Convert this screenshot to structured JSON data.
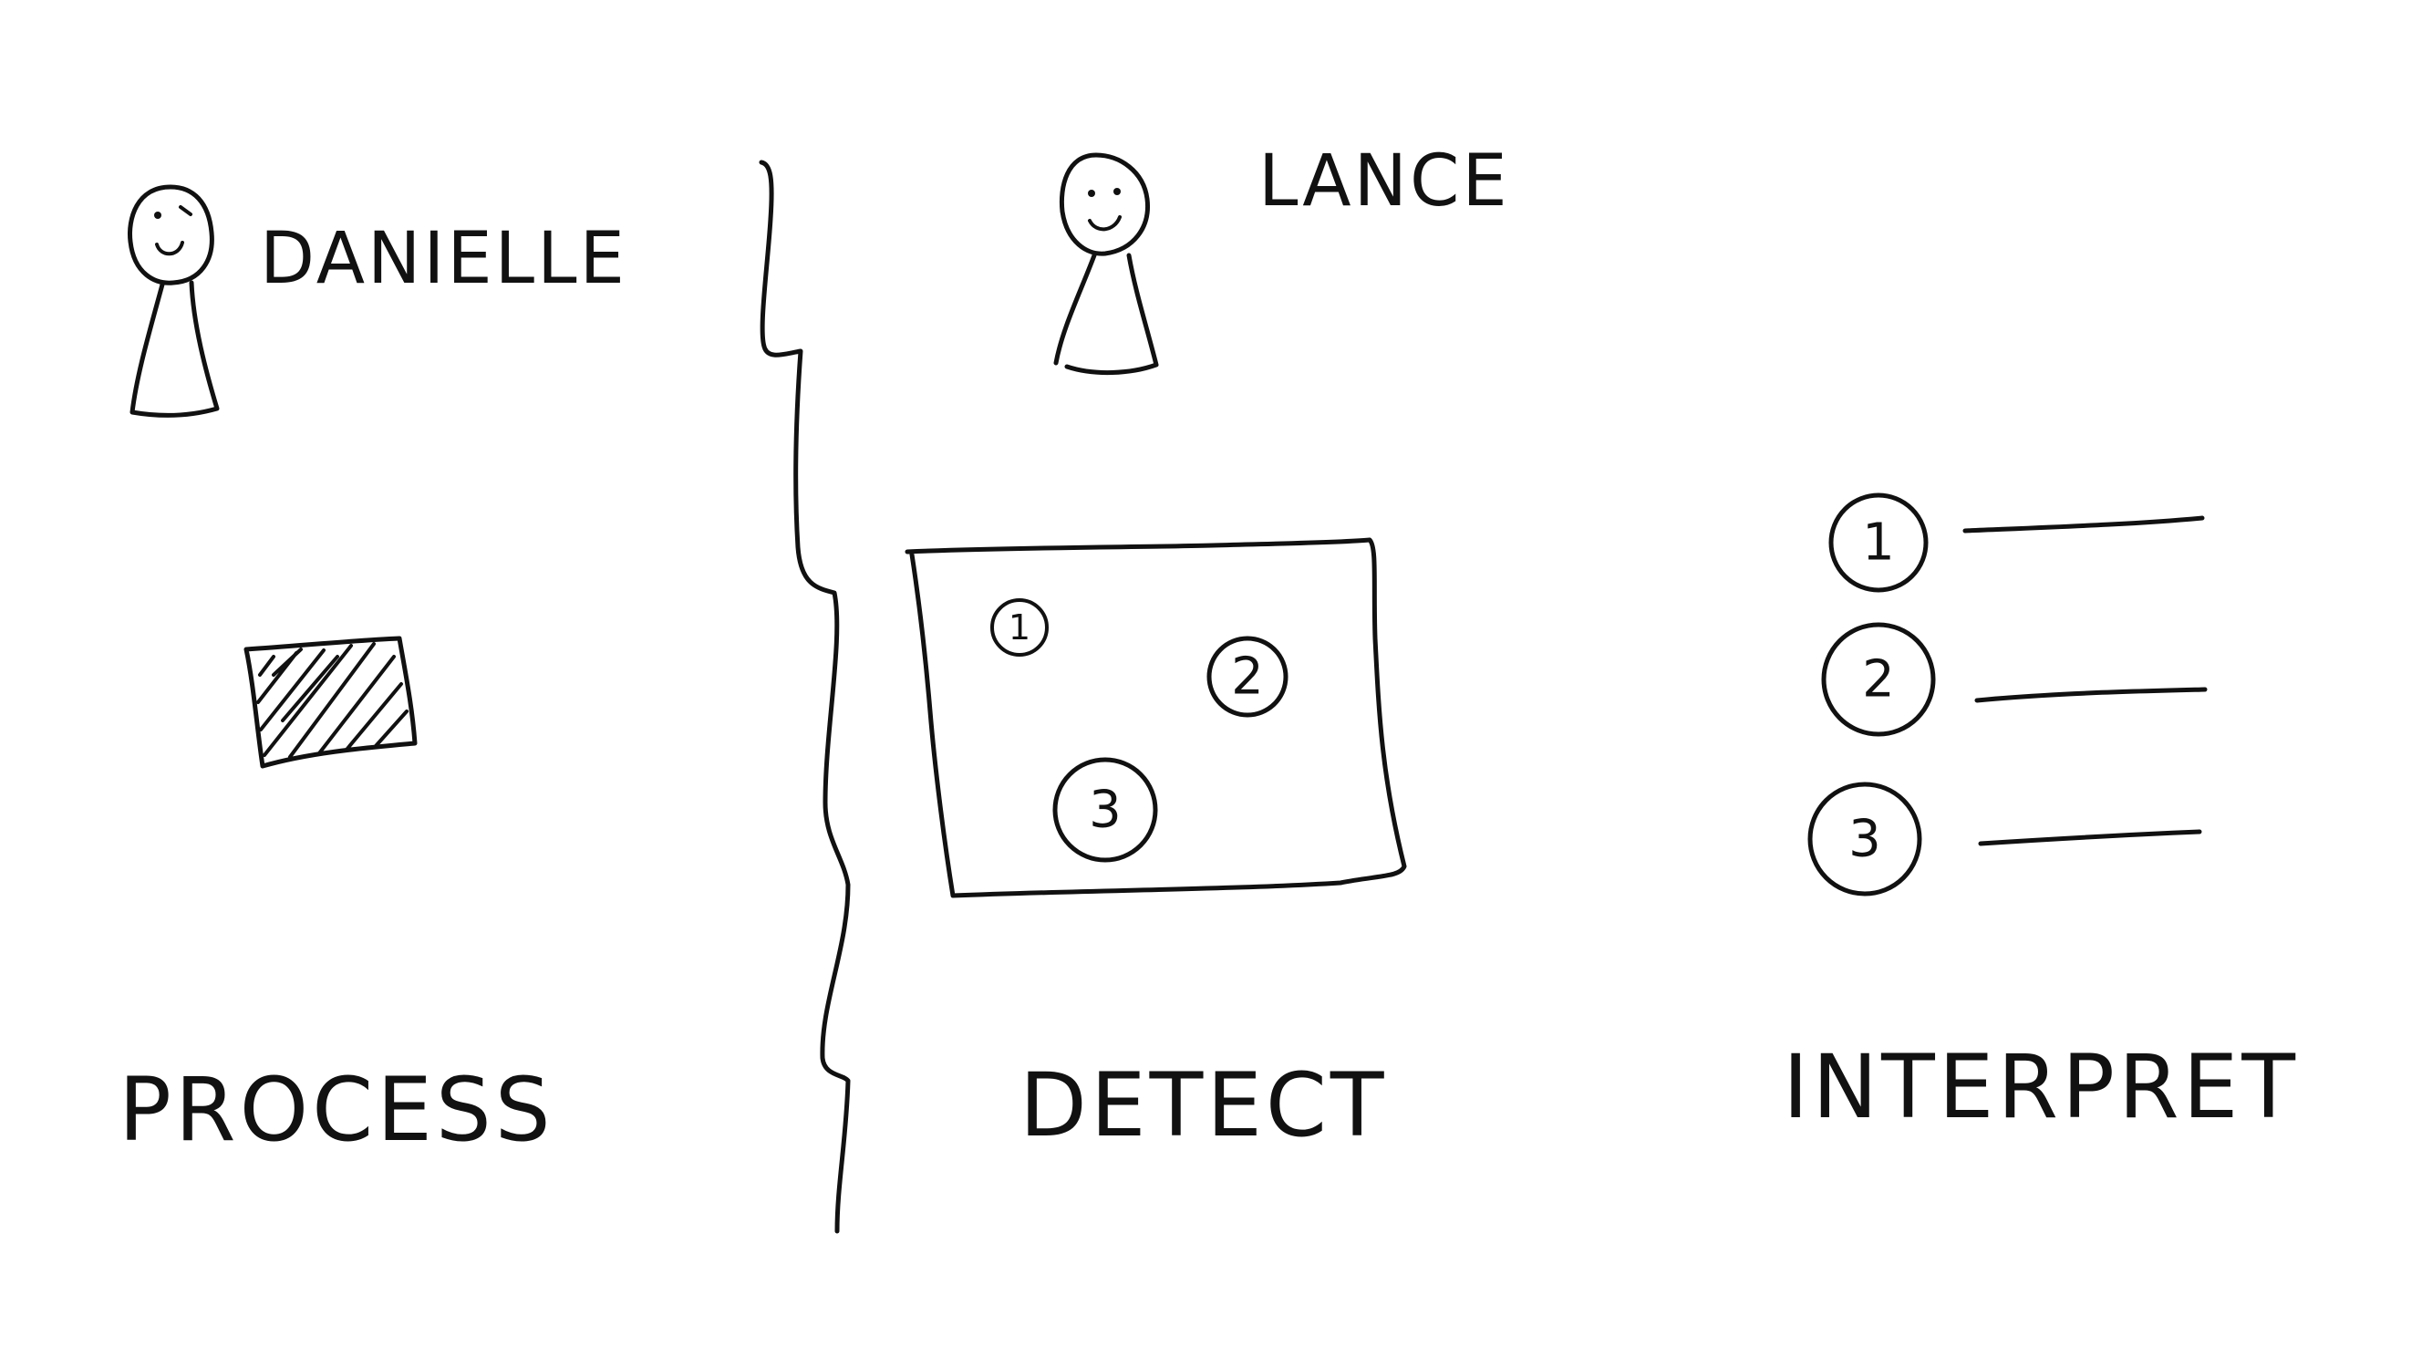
{
  "people": {
    "left": {
      "name": "DANIELLE"
    },
    "right": {
      "name": "LANCE"
    }
  },
  "stages": {
    "process": "PROCESS",
    "detect": "DETECT",
    "interpret": "INTERPRET"
  },
  "detect_box": {
    "markers": [
      "1",
      "2",
      "3"
    ]
  },
  "interpret_list": {
    "items": [
      "1",
      "2",
      "3"
    ]
  },
  "colors": {
    "ink": "#111111",
    "background": "#ffffff"
  }
}
